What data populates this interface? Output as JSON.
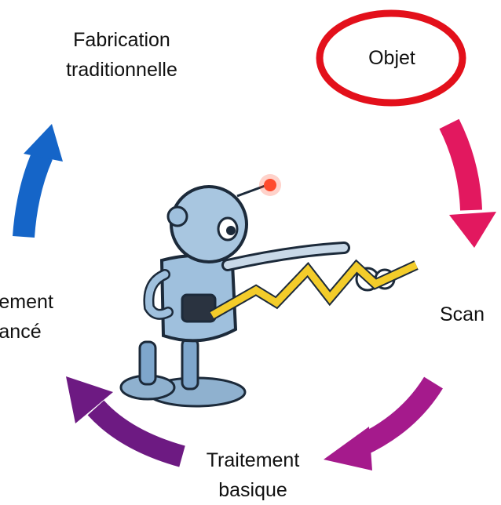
{
  "diagram": {
    "nodes": {
      "fabrication": [
        "Fabrication",
        "traditionnelle"
      ],
      "objet": "Objet",
      "scan": "Scan",
      "traitement_avance": [
        "aitement",
        "avancé"
      ],
      "traitement_basique": [
        "Traitement",
        "basique"
      ]
    },
    "highlighted_node": "objet",
    "colors": {
      "highlight_ellipse": "#e3101b",
      "arrow_objet_scan": "#e2185f",
      "arrow_scan_basique": "#a51a8c",
      "arrow_basique_avance": "#6d1a82",
      "arrow_avance_fabrication": "#1565c8"
    },
    "illustration": "robot-measuring-with-tape-icon"
  }
}
